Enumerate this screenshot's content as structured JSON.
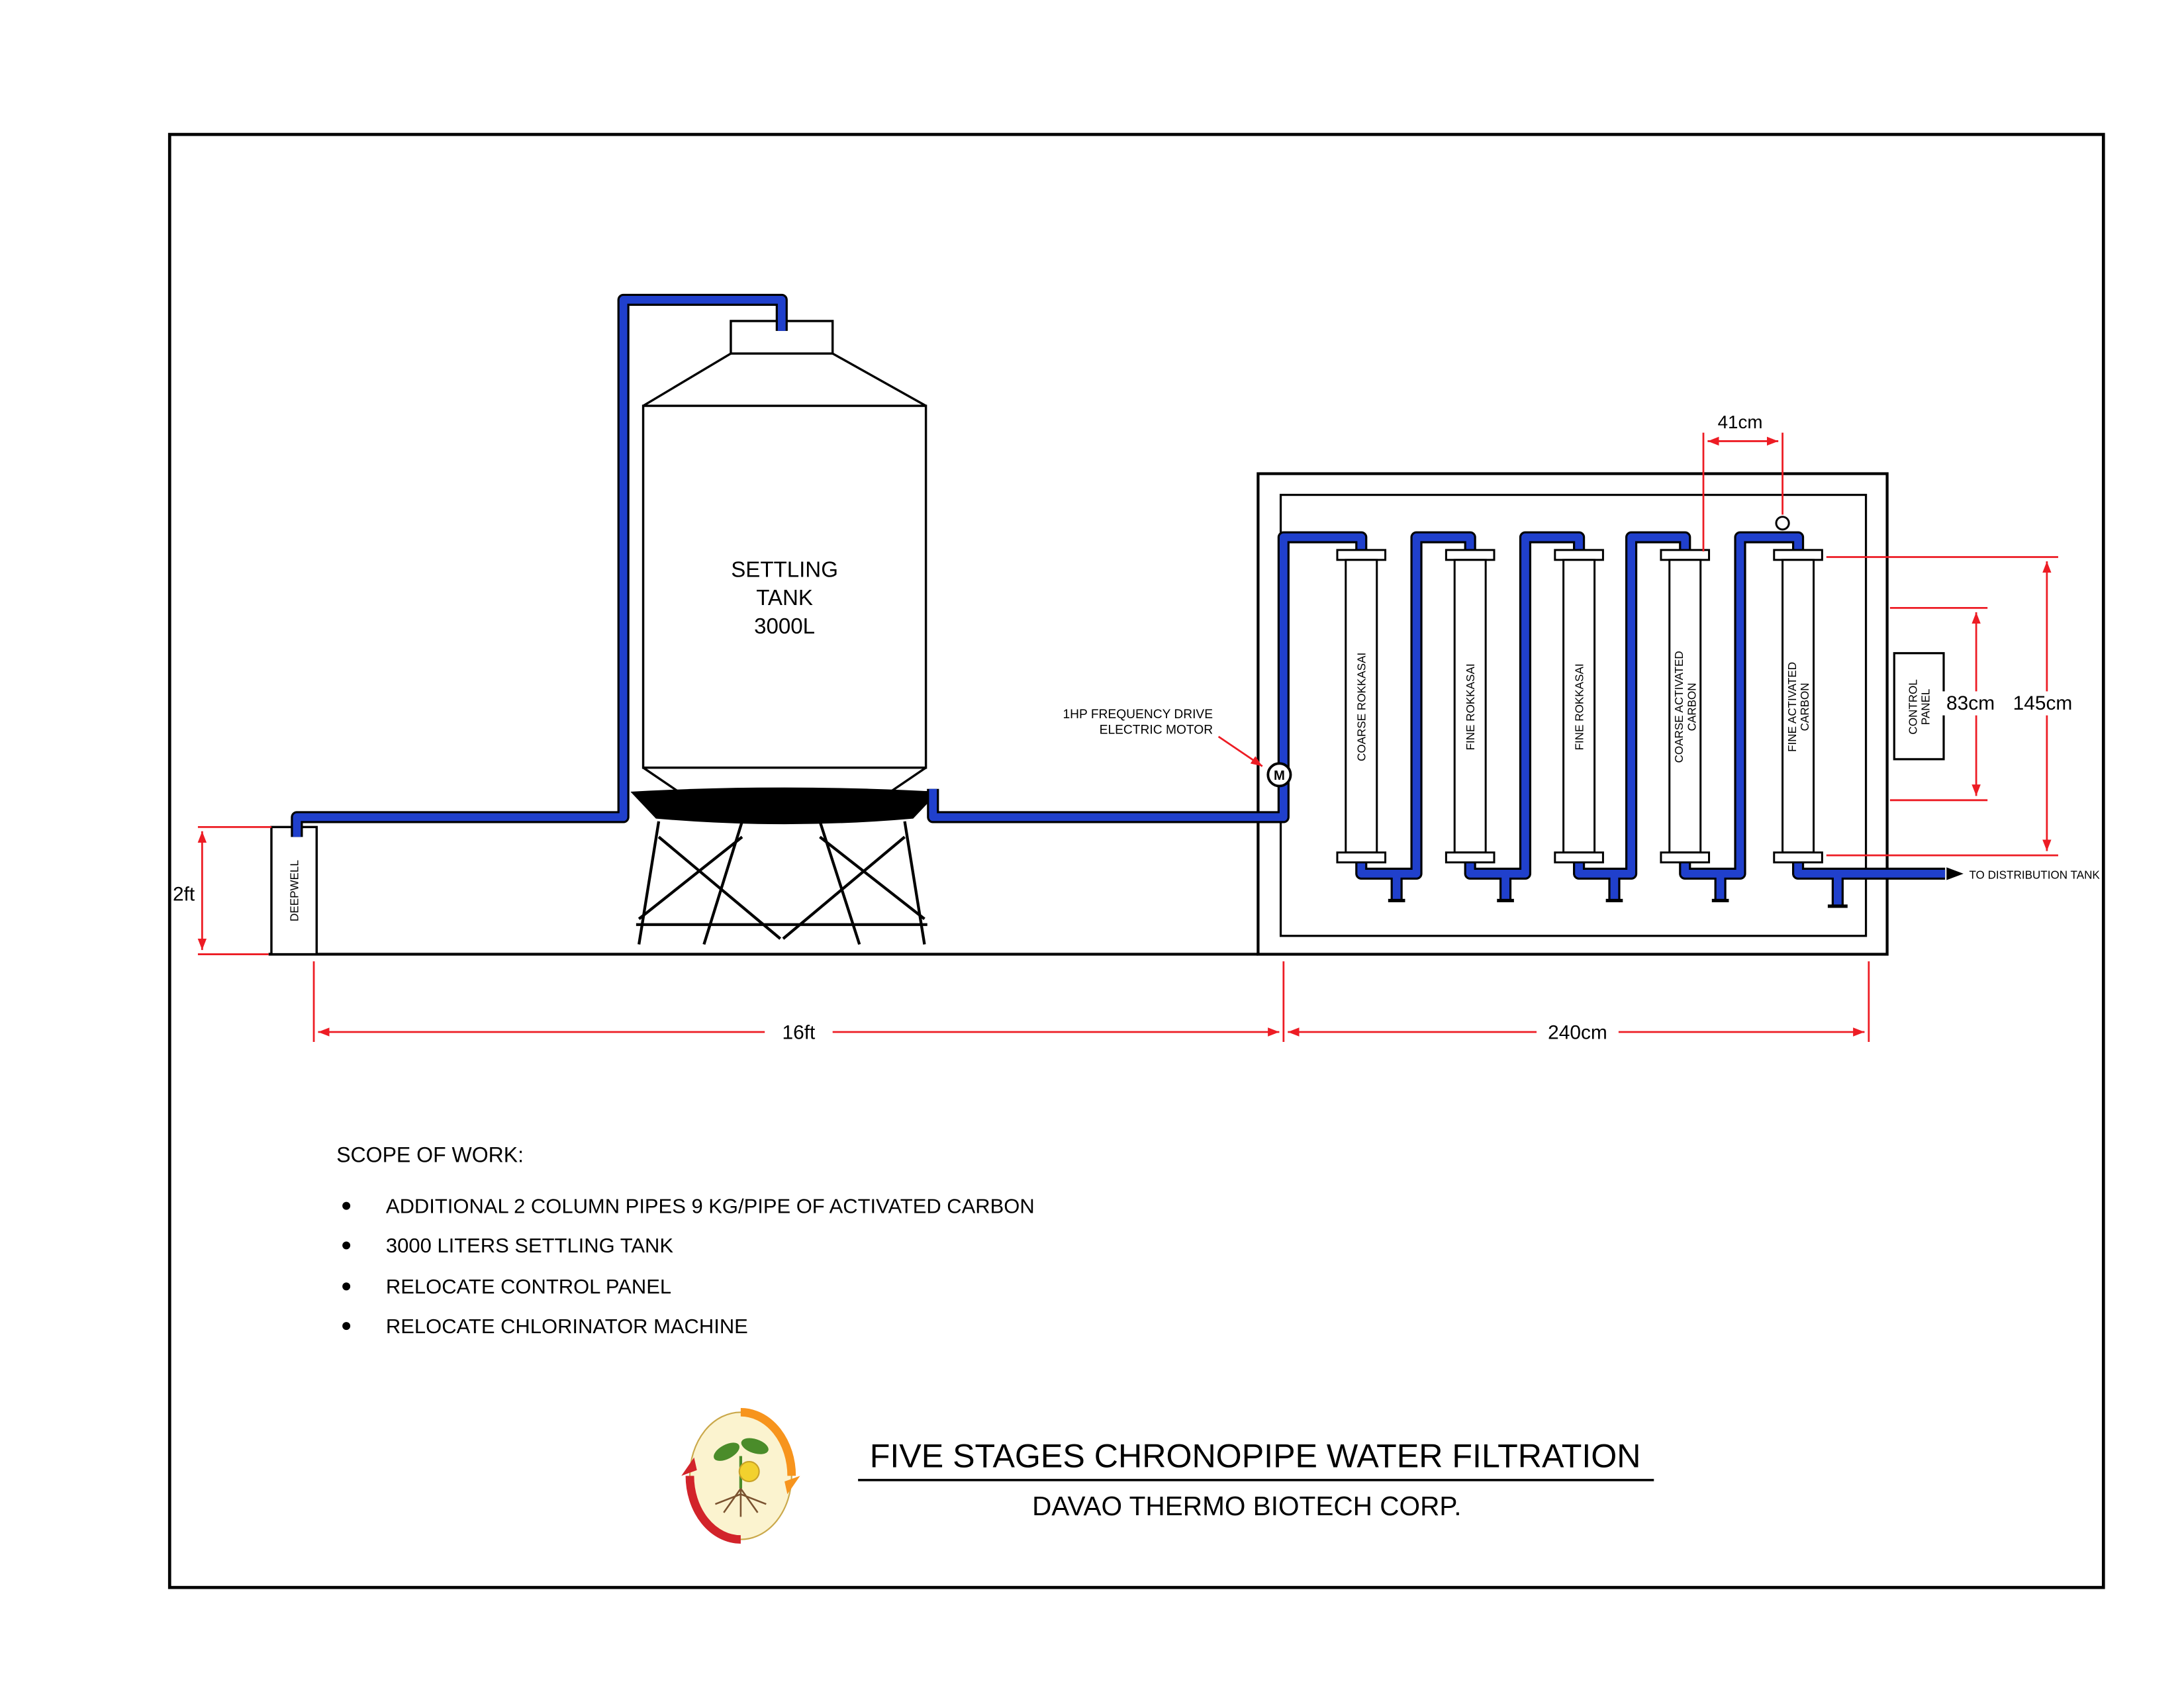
{
  "colors": {
    "ink": "#000000",
    "pipe": "#2040cc",
    "pipe_casing": "#000000",
    "dimension": "#ed1c24",
    "logo_orange": "#f7941d",
    "logo_red": "#d2232a",
    "logo_green": "#4a8c2a",
    "logo_fruit": "#f2d12e"
  },
  "title": {
    "main": "FIVE STAGES CHRONOPIPE WATER FILTRATION",
    "company": "DAVAO THERMO BIOTECH CORP."
  },
  "scope": {
    "heading": "SCOPE OF WORK:",
    "items": [
      "ADDITIONAL 2 COLUMN PIPES 9 KG/PIPE OF ACTIVATED CARBON",
      "3000 LITERS SETTLING TANK",
      "RELOCATE CONTROL PANEL",
      "RELOCATE CHLORINATOR MACHINE"
    ]
  },
  "diagram": {
    "settling_tank": {
      "lines": [
        "SETTLING",
        "TANK",
        "3000L"
      ]
    },
    "deepwell_label": "DEEPWELL",
    "motor": {
      "label_line1": "1HP FREQUENCY DRIVE",
      "label_line2": "ELECTRIC MOTOR",
      "symbol": "M"
    },
    "columns": [
      {
        "lines": [
          "COARSE ROKKASAI"
        ]
      },
      {
        "lines": [
          "FINE ROKKASAI"
        ]
      },
      {
        "lines": [
          "FINE ROKKASAI"
        ]
      },
      {
        "lines": [
          "COARSE ACTIVATED",
          "CARBON"
        ]
      },
      {
        "lines": [
          "FINE ACTIVATED",
          "CARBON"
        ]
      }
    ],
    "control_panel": {
      "lines": [
        "CONTROL",
        "PANEL"
      ]
    },
    "distribution_label": "TO DISTRIBUTION TANK",
    "dimensions": {
      "well_depth": "2ft",
      "left_span": "16ft",
      "right_span": "240cm",
      "column_spacing": "41cm",
      "inner_height": "83cm",
      "outer_height": "145cm"
    }
  }
}
